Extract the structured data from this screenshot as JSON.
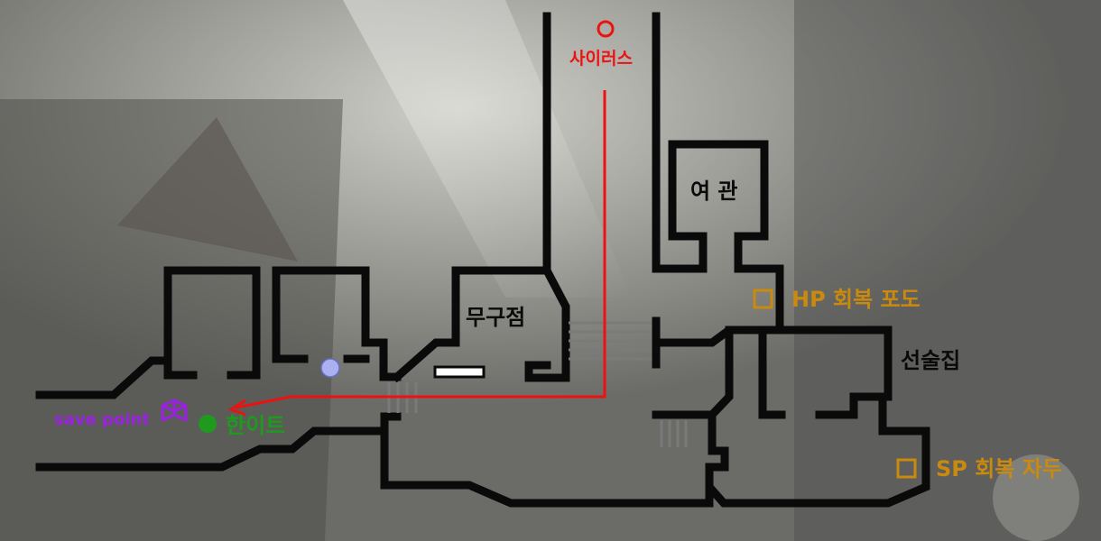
{
  "colors": {
    "wall": "#0a0a0a",
    "route": "#ee1111",
    "cyrus": "#ee1111",
    "hanit": "#1f9a1f",
    "save": "#9b22e0",
    "recovery": "#c98a0e",
    "room_text": "#0a0a0a",
    "npc_marker": "#aab0f0",
    "stairs": "#7a7a7a"
  },
  "labels": {
    "cyrus": "사이러스",
    "inn": "여 관",
    "hp_recovery": "HP 회복 포도",
    "weapon_shop": "무구점",
    "tavern": "선술집",
    "save_point": "save point",
    "hanit": "한이트",
    "sp_recovery": "SP 회복 자두"
  },
  "icons": {
    "cyrus_marker": "red-ring-icon",
    "hanit_marker": "green-dot-icon",
    "save_point": "book-icon",
    "hp_chest": "hollow-square-icon",
    "sp_chest": "hollow-square-icon",
    "npc": "lavender-dot-icon"
  }
}
